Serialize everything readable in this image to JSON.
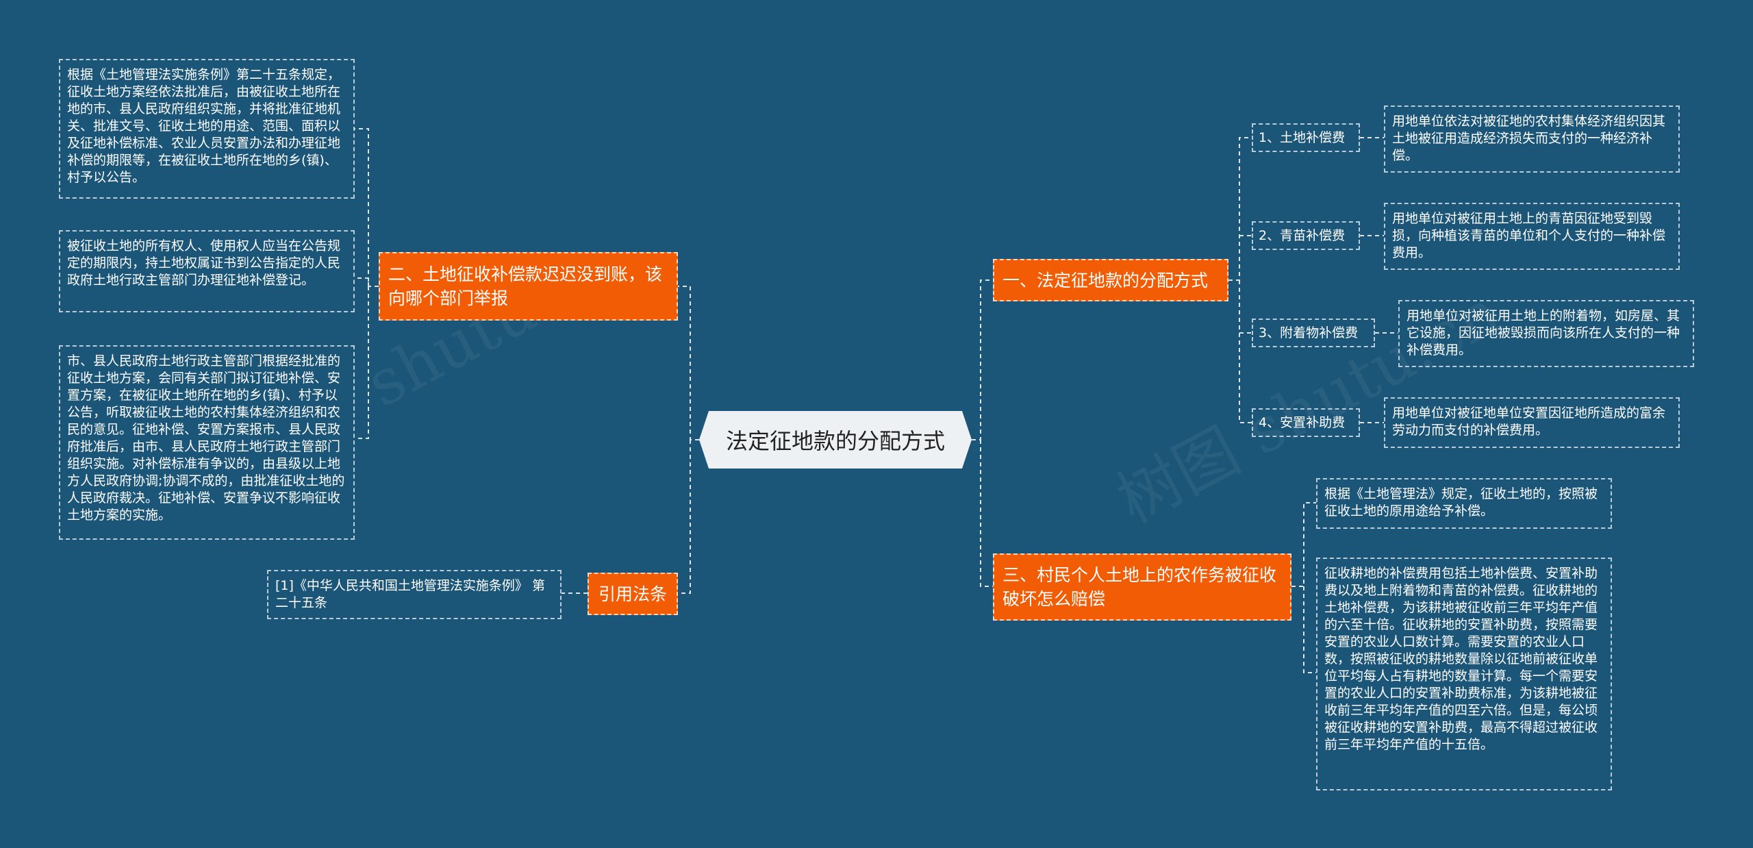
{
  "root": {
    "title": "法定征地款的分配方式"
  },
  "left_branches": [
    {
      "label": "二、土地征收补偿款迟迟没到账，该向哪个部门举报",
      "children": [
        "根据《土地管理法实施条例》第二十五条规定，征收土地方案经依法批准后，由被征收土地所在地的市、县人民政府组织实施，并将批准征地机关、批准文号、征收土地的用途、范围、面积以及征地补偿标准、农业人员安置办法和办理征地补偿的期限等，在被征收土地所在地的乡(镇)、村予以公告。",
        "被征收土地的所有权人、使用权人应当在公告规定的期限内，持土地权属证书到公告指定的人民政府土地行政主管部门办理征地补偿登记。",
        "市、县人民政府土地行政主管部门根据经批准的征收土地方案，会同有关部门拟订征地补偿、安置方案，在被征收土地所在地的乡(镇)、村予以公告，听取被征收土地的农村集体经济组织和农民的意见。征地补偿、安置方案报市、县人民政府批准后，由市、县人民政府土地行政主管部门组织实施。对补偿标准有争议的，由县级以上地方人民政府协调;协调不成的，由批准征收土地的人民政府裁决。征地补偿、安置争议不影响征收土地方案的实施。"
      ]
    },
    {
      "label": "引用法条",
      "children": [
        "[1]《中华人民共和国土地管理法实施条例》 第二十五条"
      ]
    }
  ],
  "right_branches": [
    {
      "label": "一、法定征地款的分配方式",
      "items": [
        {
          "label": "1、土地补偿费",
          "desc": "用地单位依法对被征地的农村集体经济组织因其土地被征用造成经济损失而支付的一种经济补偿。"
        },
        {
          "label": "2、青苗补偿费",
          "desc": "用地单位对被征用土地上的青苗因征地受到毁损，向种植该青苗的单位和个人支付的一种补偿费用。"
        },
        {
          "label": "3、附着物补偿费",
          "desc": "用地单位对被征用土地上的附着物，如房屋、其它设施，因征地被毁损而向该所在人支付的一种补偿费用。"
        },
        {
          "label": "4、安置补助费",
          "desc": "用地单位对被征地单位安置因征地所造成的富余劳动力而支付的补偿费用。"
        }
      ]
    },
    {
      "label": "三、村民个人土地上的农作务被征收破坏怎么赔偿",
      "children": [
        "根据《土地管理法》规定，征收土地的，按照被征收土地的原用途给予补偿。",
        "征收耕地的补偿费用包括土地补偿费、安置补助费以及地上附着物和青苗的补偿费。征收耕地的土地补偿费，为该耕地被征收前三年平均年产值的六至十倍。征收耕地的安置补助费，按照需要安置的农业人口数计算。需要安置的农业人口数，按照被征收的耕地数量除以征地前被征收单位平均每人占有耕地的数量计算。每一个需要安置的农业人口的安置补助费标准，为该耕地被征收前三年平均年产值的四至六倍。但是，每公顷被征收耕地的安置补助费，最高不得超过被征收前三年平均年产值的十五倍。"
      ]
    }
  ],
  "watermarks": [
    "shutu.cn",
    "树图 shutu.cn"
  ],
  "colors": {
    "background": "#1b5578",
    "branch": "#f25c05",
    "root": "#eef1f3",
    "line": "#ffffff"
  }
}
